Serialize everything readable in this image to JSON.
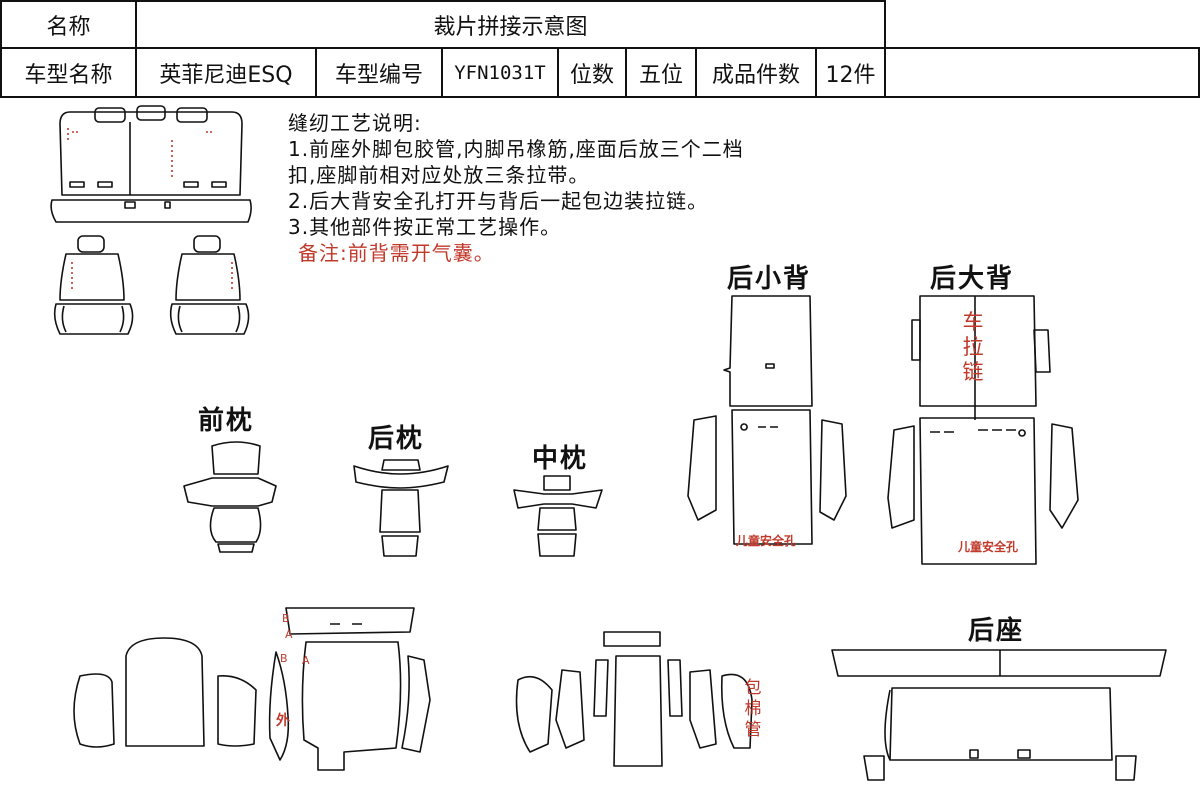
{
  "header": {
    "name_label": "名称",
    "title": "裁片拼接示意图",
    "model_name_label": "车型名称",
    "model_name": "英菲尼迪ESQ",
    "model_no_label": "车型编号",
    "model_no": "YFN1031T",
    "seats_label": "位数",
    "seats": "五位",
    "count_label": "成品件数",
    "count": "12件"
  },
  "notes": {
    "heading": "缝纫工艺说明:",
    "line1": "1.前座外脚包胶管,内脚吊橡筋,座面后放三个二档",
    "line2": "扣,座脚前相对应处放三条拉带。",
    "line3": "2.后大背安全孔打开与背后一起包边装拉链。",
    "line4": "3.其他部件按正常工艺操作。",
    "remark": "备注:前背需开气囊。"
  },
  "labels": {
    "rear_small_back": "后小背",
    "rear_large_back": "后大背",
    "front_pillow": "前枕",
    "rear_pillow": "后枕",
    "middle_pillow": "中枕",
    "rear_seat": "后座",
    "zipper_1": "车",
    "zipper_2": "拉",
    "zipper_3": "链",
    "child_hole_small": "儿童安全孔",
    "child_hole_large": "儿童安全孔",
    "outer": "外",
    "piping_1": "包",
    "piping_2": "棉",
    "piping_3": "管",
    "mark_b1": "B",
    "mark_a1": "A",
    "mark_b2": "B",
    "mark_a2": "A"
  },
  "colors": {
    "line": "#111111",
    "accent_red": "#c0392b"
  }
}
